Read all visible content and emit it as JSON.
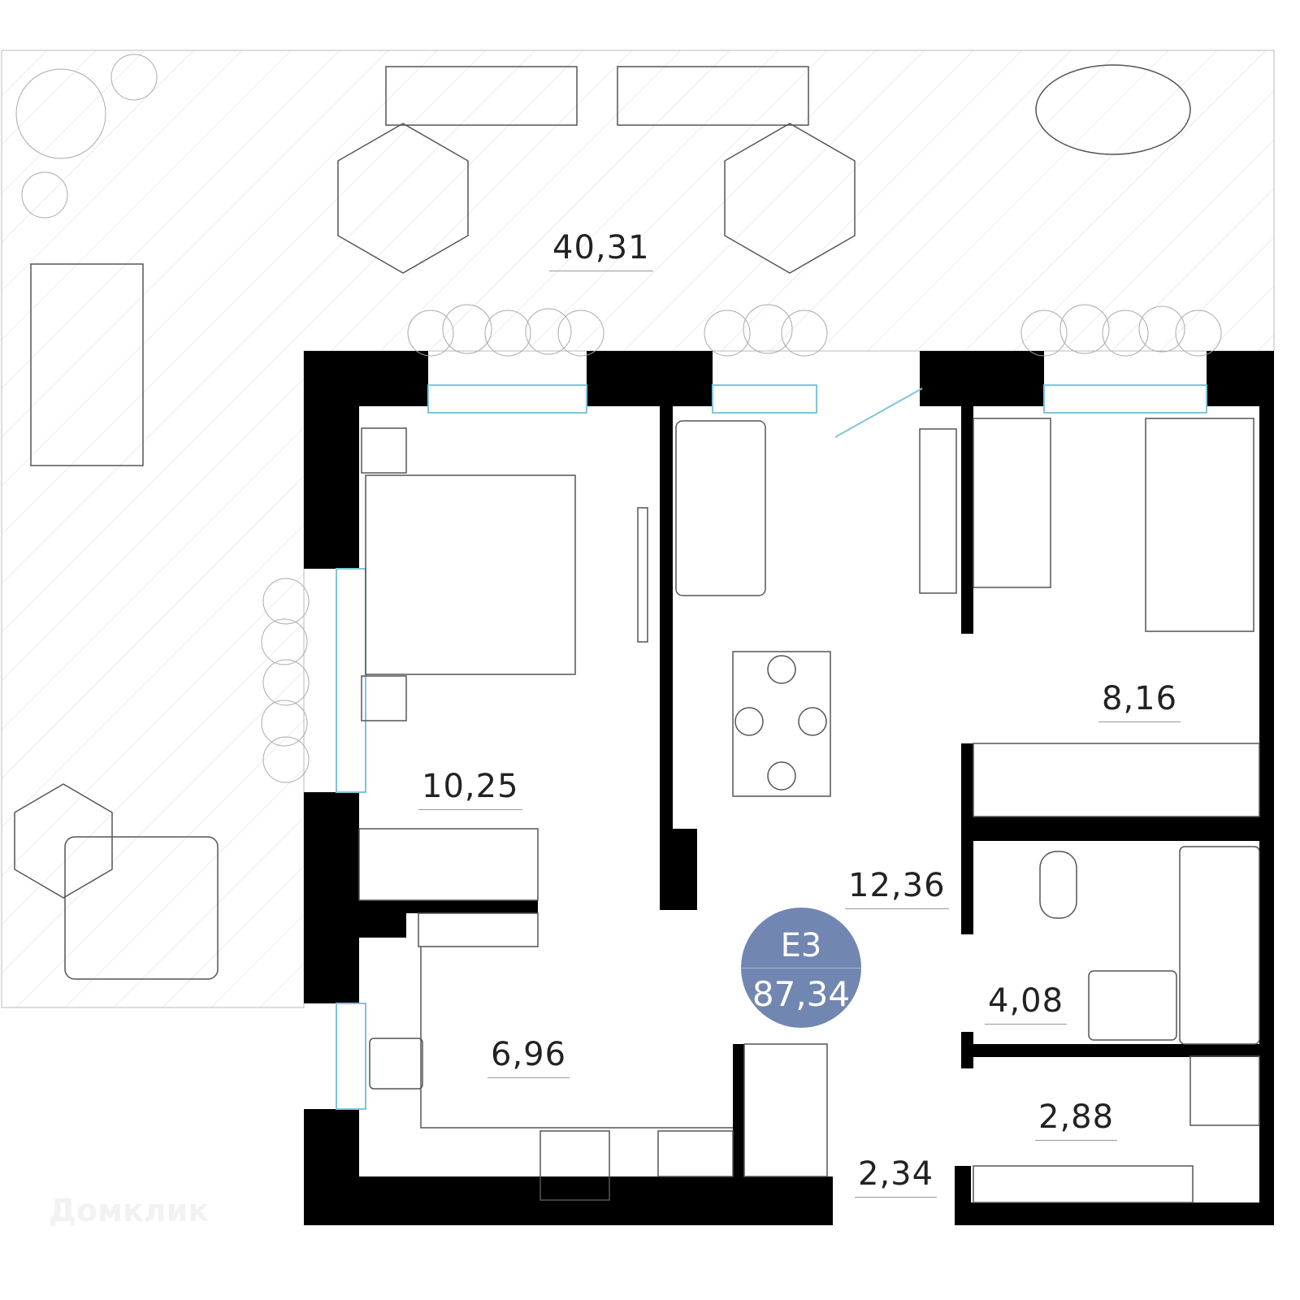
{
  "apartment": {
    "code": "Е3",
    "total_area": "87,34",
    "badge_color": "#7186b0"
  },
  "rooms": [
    {
      "name": "terrace",
      "area": "40,31"
    },
    {
      "name": "bedroom",
      "area": "10,25"
    },
    {
      "name": "living-room",
      "area": "12,36"
    },
    {
      "name": "bedroom-small",
      "area": "8,16"
    },
    {
      "name": "kitchen",
      "area": "6,96"
    },
    {
      "name": "bathroom",
      "area": "4,08"
    },
    {
      "name": "laundry",
      "area": "2,88"
    },
    {
      "name": "hallway",
      "area": "2,34"
    }
  ],
  "watermark": "Домклик",
  "colors": {
    "wall": "#000000",
    "window": "#7fc4d8",
    "furniture": "#555555"
  }
}
